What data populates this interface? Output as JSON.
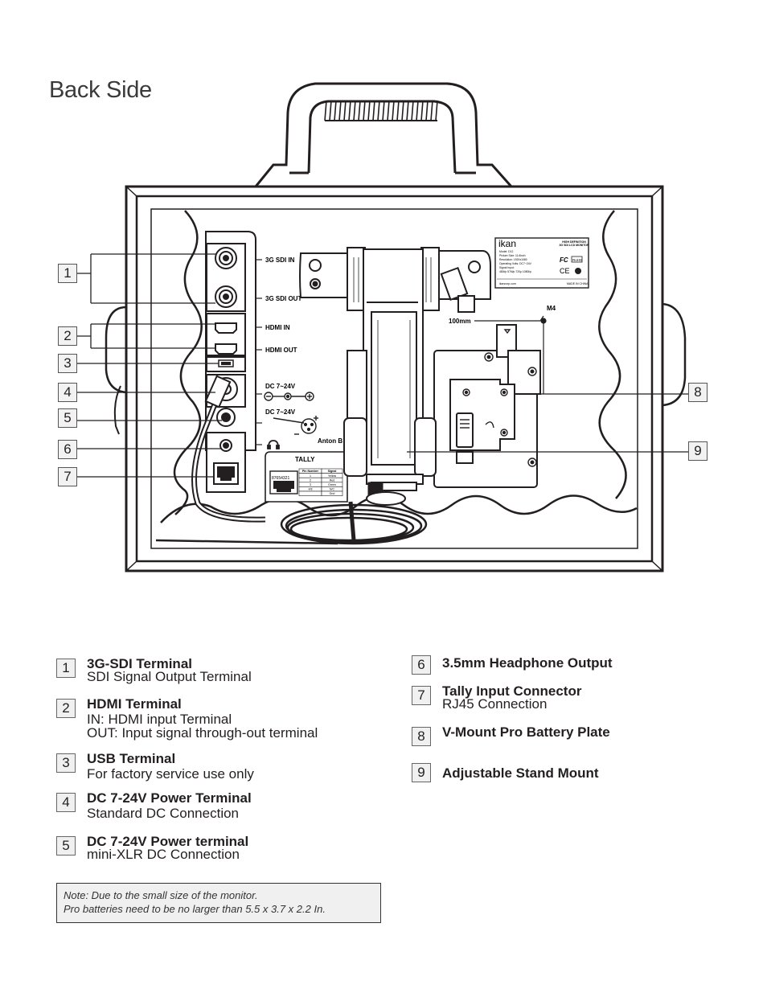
{
  "page": {
    "title": "Back Side"
  },
  "diagram": {
    "port_labels": {
      "sdi_in": "3G SDI IN",
      "sdi_out": "3G SDI OUT",
      "hdmi_in": "HDMI IN",
      "hdmi_out": "HDMI OUT",
      "dc_jack": "DC 7~24V",
      "dc_xlr": "DC 7~24V",
      "anton": "Anton B",
      "tally": "TALLY",
      "tally_pins": "87654321",
      "vesa": "100mm",
      "m4": "M4"
    },
    "tally_table": {
      "headers": [
        "Pin Number",
        "Signal"
      ],
      "rows": [
        [
          "1",
          "Yellow"
        ],
        [
          "2",
          "Red"
        ],
        [
          "3",
          "Green"
        ],
        [
          "4/8",
          "N/C"
        ],
        [
          "",
          "Gnd"
        ]
      ]
    },
    "rating_label": {
      "brand": "ikan",
      "heading": [
        "HIGH DEFINITION",
        "3G SDI LCD MONITOR"
      ],
      "lines": [
        "Model: D12",
        "Picture Size: 11.6inch",
        "Resolution: 1920x1080",
        "Operating Volts: DC7~24V",
        "Signal input:",
        "480i/p 576i/p 720p 1080i/p"
      ],
      "website": "ikancorp.com",
      "footer": "MADE IN CHINA",
      "marks": [
        "FC",
        "RoHS",
        "CE"
      ]
    },
    "callouts_left": [
      "1",
      "2",
      "3",
      "4",
      "5",
      "6",
      "7"
    ],
    "callouts_right": [
      "8",
      "9"
    ]
  },
  "legend": {
    "left": [
      {
        "num": "1",
        "title": "3G-SDI Terminal",
        "desc": [
          "SDI Signal Output Terminal"
        ]
      },
      {
        "num": "2",
        "title": "HDMI Terminal",
        "desc": [
          "IN: HDMI input Terminal",
          "OUT: Input signal through-out terminal"
        ]
      },
      {
        "num": "3",
        "title": "USB Terminal",
        "desc": [
          "For factory service use only"
        ]
      },
      {
        "num": "4",
        "title": "DC 7-24V Power Terminal",
        "desc": [
          "Standard DC Connection"
        ]
      },
      {
        "num": "5",
        "title": "DC 7-24V Power terminal",
        "desc": [
          "mini-XLR DC Connection"
        ]
      }
    ],
    "right": [
      {
        "num": "6",
        "title": "3.5mm Headphone Output",
        "desc": []
      },
      {
        "num": "7",
        "title": "Tally Input Connector",
        "desc": [
          "RJ45 Connection"
        ]
      },
      {
        "num": "8",
        "title": "V-Mount Pro Battery Plate",
        "desc": []
      },
      {
        "num": "9",
        "title": "Adjustable Stand Mount",
        "desc": []
      }
    ]
  },
  "note": {
    "lines": [
      "Note: Due  to the small size of the monitor.",
      "Pro batteries need to be no larger than 5.5 x 3.7 x 2.2 In."
    ]
  }
}
